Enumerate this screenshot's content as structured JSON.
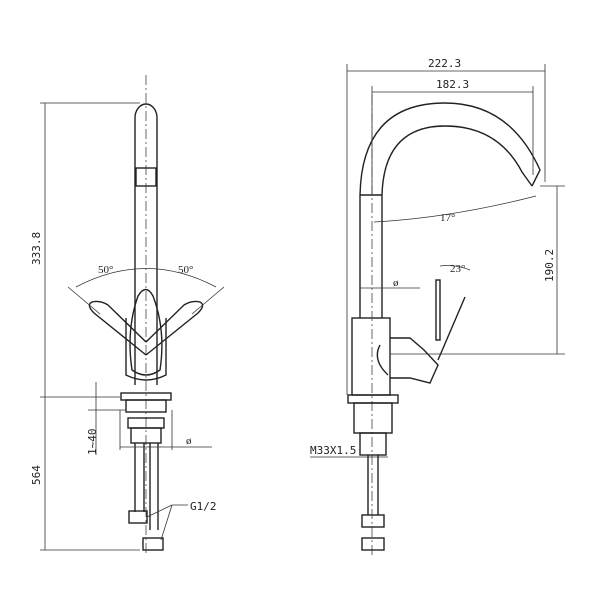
{
  "front_view": {
    "height_label": "333.8",
    "below_label": "564",
    "thickness_label": "1~40",
    "hole_diameter_label": "ø",
    "angle_left_label": "50°",
    "angle_right_label": "50°",
    "thread_label": "G1/2"
  },
  "side_view": {
    "overall_reach_label": "222.3",
    "spout_reach_label": "182.3",
    "spout_height_label": "190.2",
    "swivel_angle_label": "17°",
    "handle_angle_label": "23°",
    "body_diameter_label": "ø",
    "mount_thread_label": "M33X1.5"
  }
}
